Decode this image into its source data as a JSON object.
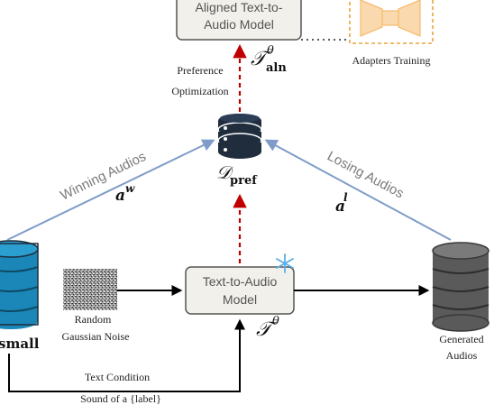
{
  "nodes": {
    "aligned_model": {
      "line1": "Aligned Text-to-",
      "line2": "Audio Model"
    },
    "adapters": {
      "label": "Adapters Training"
    },
    "preference": {
      "line1": "Preference",
      "line2": "Optimization"
    },
    "t_aln": {
      "symbol": "𝒯",
      "sup": "θ",
      "sub": "aln"
    },
    "d_pref": {
      "symbol": "𝒟",
      "sub": "pref"
    },
    "tta_model": {
      "line1": "Text-to-Audio",
      "line2": "Model"
    },
    "t_theta": {
      "symbol": "𝒯",
      "sup": "θ"
    },
    "noise": {
      "line1": "Random",
      "line2": "Gaussian Noise"
    },
    "generated": {
      "line1": "Generated",
      "line2": "Audios"
    },
    "small_db": {
      "label": "small"
    },
    "text_condition": {
      "line1": "Text Condition",
      "line2": "Sound of a {label}"
    }
  },
  "edges": {
    "winning": {
      "label": "Winning Audios",
      "math": "a",
      "sup": "w"
    },
    "losing": {
      "label": "Losing Audios",
      "math": "a",
      "sup": "l"
    }
  },
  "colors": {
    "red_dashed": "#c00000",
    "blue_arrow": "#7f9cc9",
    "db_dark": "#1f2d3d",
    "db_blue": "#1a87b8",
    "db_gray": "#5a5a5a",
    "adapter_orange": "#f5b25a",
    "snowflake": "#5aaee8"
  }
}
